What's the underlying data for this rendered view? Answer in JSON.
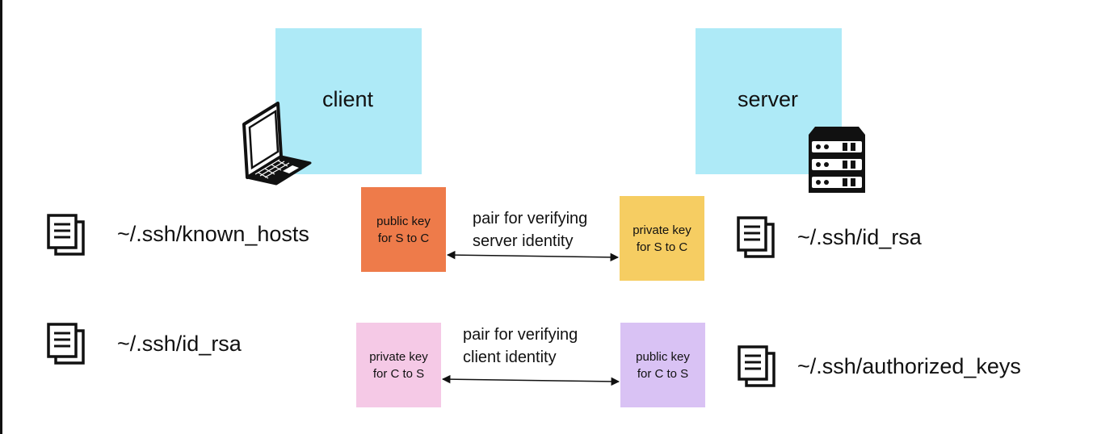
{
  "colors": {
    "client_box": "#aeeaf7",
    "server_box": "#aeeaf7",
    "key_public_s_to_c": "#ee7b4a",
    "key_private_s_to_c": "#f6cd62",
    "key_private_c_to_s": "#f5c9e6",
    "key_public_c_to_s": "#d9c2f4"
  },
  "nodes": {
    "client": "client",
    "server": "server"
  },
  "keys": {
    "public_s_to_c": "public key\nfor S to C",
    "private_s_to_c": "private key\nfor S to C",
    "private_c_to_s": "private key\nfor C to S",
    "public_c_to_s": "public key\nfor C to S"
  },
  "pairs": {
    "server_identity": "pair for verifying\nserver identity",
    "client_identity": "pair for verifying\nclient identity"
  },
  "files": {
    "client_known_hosts": "~/.ssh/known_hosts",
    "client_id_rsa": "~/.ssh/id_rsa",
    "server_id_rsa": "~/.ssh/id_rsa",
    "server_authorized_keys": "~/.ssh/authorized_keys"
  },
  "icons": [
    "laptop-icon",
    "server-rack-icon",
    "document-icon"
  ]
}
